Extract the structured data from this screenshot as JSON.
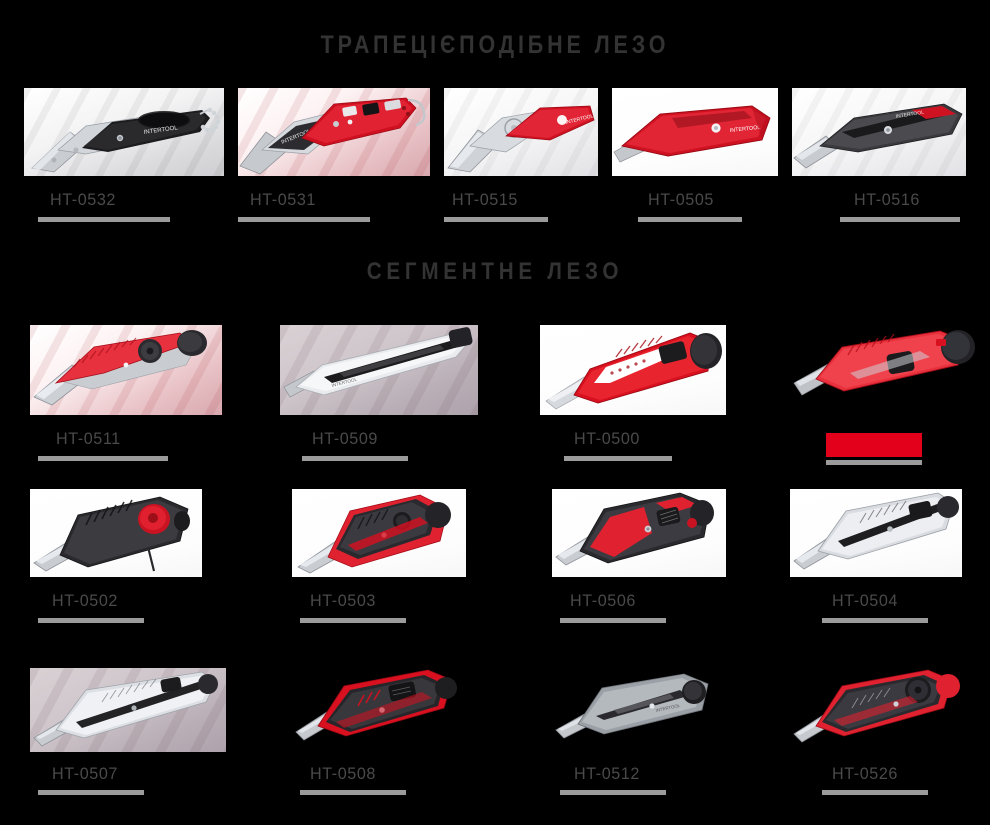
{
  "page": {
    "background_color": "#000000",
    "label_color": "#4a4a4a",
    "underline_color": "#9b9b9b",
    "title_color": "#333333",
    "highlight_color": "#e3001b"
  },
  "sections": [
    {
      "id": "trapezoid",
      "title": "ТРАПЕЦІЄПОДІБНЕ ЛЕЗО",
      "rows": [
        {
          "products": [
            {
              "label": "HT-0532",
              "brand": "INTERTOOL",
              "style": "folding-black",
              "bg": "bg-chev-gray"
            },
            {
              "label": "HT-0531",
              "brand": "INTERTOOL",
              "style": "folding-red",
              "bg": "bg-chev-red"
            },
            {
              "label": "HT-0515",
              "brand": "INTERTOOL",
              "style": "trapezoid-red",
              "bg": "bg-chev-soft"
            },
            {
              "label": "HT-0505",
              "brand": "INTERTOOL",
              "style": "trapezoid-red2",
              "bg": "bg-white"
            },
            {
              "label": "HT-0516",
              "brand": "INTERTOOL",
              "style": "trapezoid-dark",
              "bg": "bg-chev-soft"
            }
          ]
        }
      ]
    },
    {
      "id": "segment",
      "title": "СЕГМЕНТНЕ ЛЕЗО",
      "rows": [
        {
          "products": [
            {
              "label": "HT-0511",
              "brand": "INTERTOOL",
              "style": "snap-red-knob",
              "bg": "bg-chev-red"
            },
            {
              "label": "HT-0509",
              "brand": "INTERTOOL",
              "style": "snap-slim-silver",
              "bg": "bg-chev-warm"
            },
            {
              "label": "HT-0500",
              "brand": "INTERTOOL",
              "style": "snap-red-big",
              "bg": "bg-white"
            },
            {
              "label": "",
              "brand": "INTERTOOL",
              "style": "snap-red-grip",
              "bg": "bg-none",
              "label_highlighted": true,
              "highlight_color": "#e3001b"
            }
          ]
        },
        {
          "products": [
            {
              "label": "HT-0502",
              "brand": "INTERTOOL",
              "style": "snap-black-wheel",
              "bg": "bg-white"
            },
            {
              "label": "HT-0503",
              "brand": "INTERTOOL",
              "style": "snap-red-black",
              "bg": "bg-white"
            },
            {
              "label": "HT-0506",
              "brand": "INTERTOOL",
              "style": "snap-red-black2",
              "bg": "bg-white"
            },
            {
              "label": "HT-0504",
              "brand": "INTERTOOL",
              "style": "snap-silver-dark",
              "bg": "bg-white"
            }
          ]
        },
        {
          "products": [
            {
              "label": "HT-0507",
              "brand": "INTERTOOL",
              "style": "snap-silver-slim",
              "bg": "bg-chev-warm"
            },
            {
              "label": "HT-0508",
              "brand": "INTERTOOL",
              "style": "snap-red-dark",
              "bg": "bg-none"
            },
            {
              "label": "HT-0512",
              "brand": "INTERTOOL",
              "style": "snap-gray-body",
              "bg": "bg-none"
            },
            {
              "label": "HT-0526",
              "brand": "INTERTOOL",
              "style": "snap-red-knob2",
              "bg": "bg-none"
            }
          ]
        }
      ]
    }
  ]
}
